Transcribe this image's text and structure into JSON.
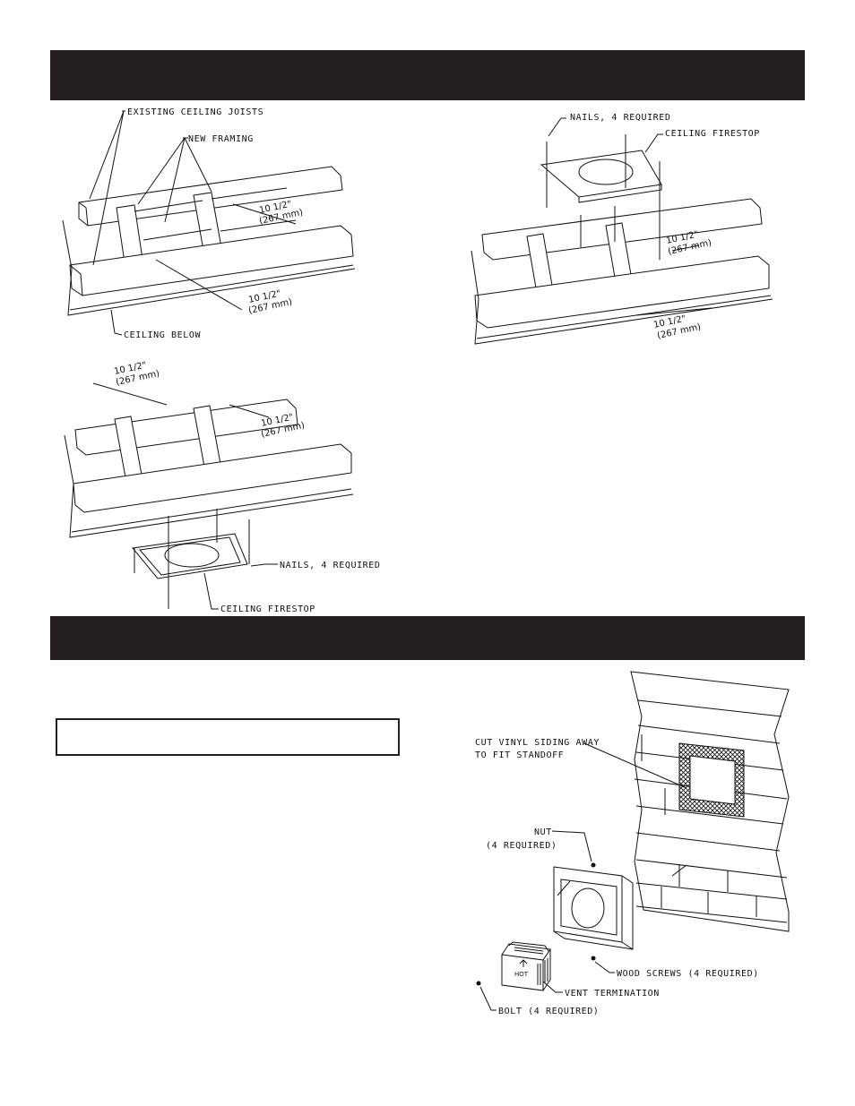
{
  "framing": {
    "label_existing_joists": "EXISTING CEILING JOISTS",
    "label_new_framing": "NEW FRAMING",
    "label_ceiling_below": "CEILING BELOW",
    "label_nails": "NAILS, 4 REQUIRED",
    "label_ceiling_firestop": "CEILING FIRESTOP",
    "dim_inches": "10 1/2\"",
    "dim_mm": "(267 mm)"
  },
  "wall": {
    "label_cut_siding_line1": "CUT VINYL SIDING AWAY",
    "label_cut_siding_line2": "TO FIT STANDOFF",
    "label_nut": "NUT",
    "label_nut_qty": "(4 REQUIRED)",
    "label_wood_screws": "WOOD SCREWS (4 REQUIRED)",
    "label_vent_termination": "VENT TERMINATION",
    "label_bolt": "BOLT (4 REQUIRED)",
    "label_hot": "HOT"
  }
}
